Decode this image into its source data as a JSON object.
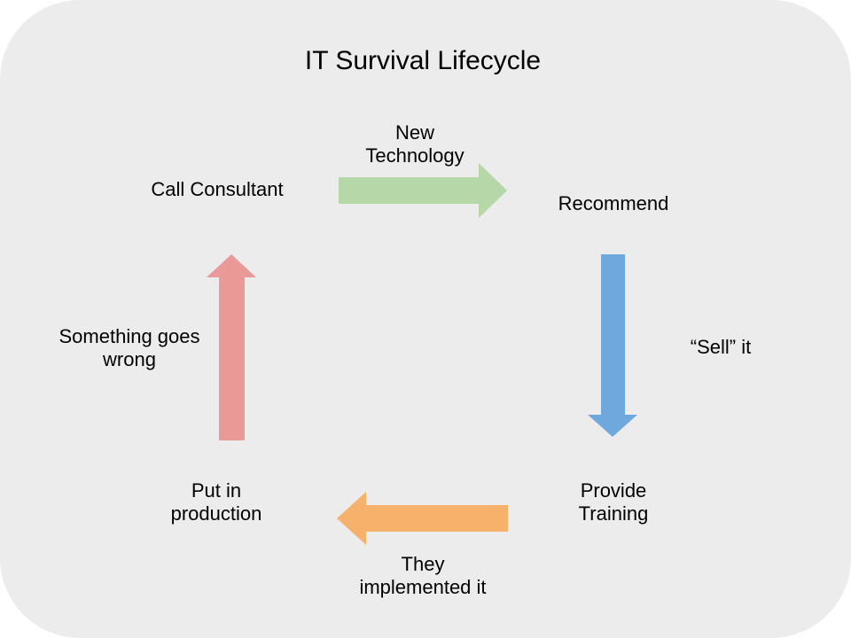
{
  "title": "IT Survival Lifecycle",
  "colors": {
    "page": "#ffffff",
    "slide_background": "#ececec",
    "text": "#000000",
    "arrow_green": "#b6d7a8",
    "arrow_blue": "#6fa8dc",
    "arrow_orange": "#f6b26b",
    "arrow_red": "#ea9999"
  },
  "cycle": {
    "steps": [
      {
        "label": "Call Consultant"
      },
      {
        "label": "Recommend"
      },
      {
        "label": "Provide\nTraining"
      },
      {
        "label": "Put in\nproduction"
      }
    ],
    "transitions": [
      {
        "label": "New\nTechnology",
        "from": "Call Consultant",
        "to": "Recommend",
        "direction": "right",
        "color": "#b6d7a8"
      },
      {
        "label": "“Sell” it",
        "from": "Recommend",
        "to": "Provide Training",
        "direction": "down",
        "color": "#6fa8dc"
      },
      {
        "label": "They\nimplemented it",
        "from": "Provide Training",
        "to": "Put in production",
        "direction": "left",
        "color": "#f6b26b"
      },
      {
        "label": "Something goes\nwrong",
        "from": "Put in production",
        "to": "Call Consultant",
        "direction": "up",
        "color": "#ea9999"
      }
    ]
  }
}
